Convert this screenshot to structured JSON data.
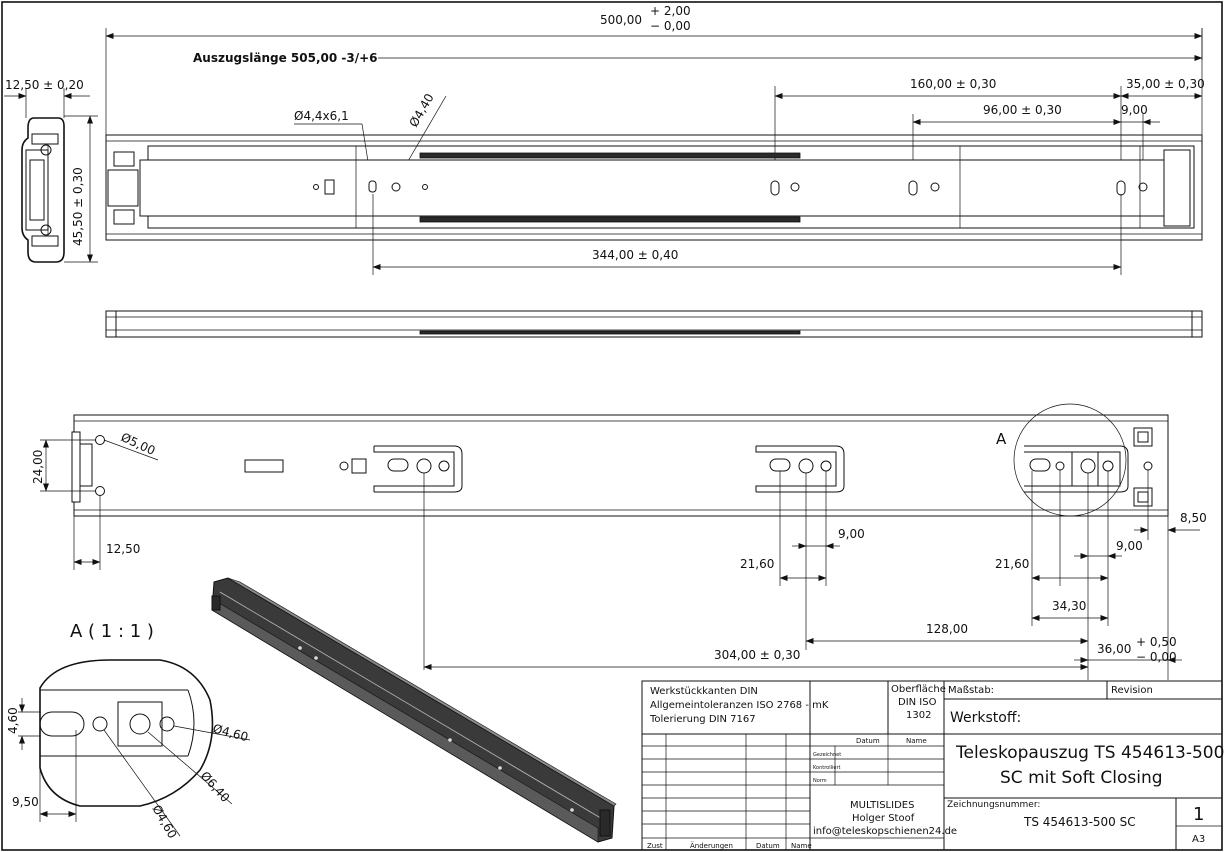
{
  "top_view": {
    "overall_length": "500,00",
    "overall_tol_plus": "+ 2,00",
    "overall_tol_minus": "− 0,00",
    "extension_length": "Auszugslänge 505,00 -3/+6",
    "slot": "Ø4,4x6,1",
    "hole": "Ø4,40",
    "dim_160": "160,00 ± 0,30",
    "dim_35": "35,00 ± 0,30",
    "dim_96": "96,00 ± 0,30",
    "dim_9": "9,00",
    "dim_344": "344,00 ± 0,40"
  },
  "section_view": {
    "width": "12,50 ± 0,20",
    "height": "45,50 ± 0,30"
  },
  "side_view": {
    "hole_d5": "Ø5,00",
    "dim_24": "24,00",
    "dim_12_50": "12,50",
    "detail_marker": "A",
    "dim_9_a": "9,00",
    "dim_21_60_a": "21,60",
    "dim_21_60_b": "21,60",
    "dim_9_b": "9,00",
    "dim_8_50": "8,50",
    "dim_34_30": "34,30",
    "dim_128": "128,00",
    "dim_36": "36,00",
    "dim_36_tol_plus": "+ 0,50",
    "dim_36_tol_minus": "− 0,00",
    "dim_304": "304,00 ± 0,30"
  },
  "detail": {
    "title": "A ( 1 : 1 )",
    "dim_4_60_v": "4,60",
    "hole_a": "Ø4,60",
    "hole_b": "Ø6,40",
    "hole_c": "Ø4,60",
    "dim_9_50": "9,50"
  },
  "title_block": {
    "notes": [
      "Werkstückkanten DIN",
      "Allgemeintoleranzen ISO 2768 - mK",
      "Tolerierung DIN 7167"
    ],
    "surface_label": "Oberfläche",
    "surface_std": "DIN ISO",
    "surface_num": "1302",
    "scale_label": "Maßstab:",
    "revision_label": "Revision",
    "material_label": "Werkstoff:",
    "date_label": "Datum",
    "name_label": "Name",
    "drawn_label": "Gezeichnet",
    "checked_label": "Kontrolliert",
    "norm_label": "Norm",
    "title_line1": "Teleskopauszug TS 454613-500",
    "title_line2": "SC mit Soft Closing",
    "company": "MULTISLIDES",
    "person": "Holger Stoof",
    "email": "info@teleskopschienen24.de",
    "drawing_no_label": "Zeichnungsnummer:",
    "drawing_no": "TS 454613-500 SC",
    "sheet": "1",
    "size": "A3",
    "col_zust": "Zust",
    "col_aenderungen": "Änderungen",
    "col_datum": "Datum",
    "col_name": "Name"
  }
}
